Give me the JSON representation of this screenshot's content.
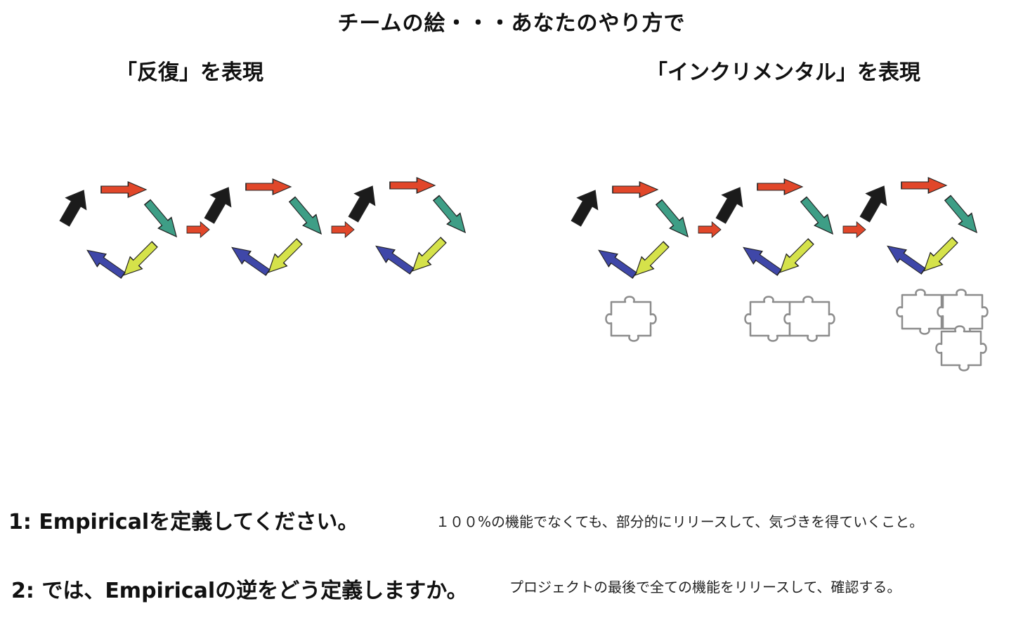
{
  "title": "チームの絵・・・あなたのやり方で",
  "left_section": {
    "subtitle": "「反復」を表現"
  },
  "right_section": {
    "subtitle": "「インクリメンタル」を表現"
  },
  "colors": {
    "red_arrow": "#e1472a",
    "teal_arrow": "#3e9e86",
    "lime_arrow": "#d5e24a",
    "blue_arrow": "#3f47a8",
    "black_arrow": "#1b1b1b",
    "puzzle_outline": "#8c8c8c"
  },
  "icons": [
    "iteration-cycle-icon",
    "puzzle-piece-icon"
  ],
  "questions": [
    {
      "question": "1: Empiricalを定義してください。",
      "answer": "１００%の機能でなくても、部分的にリリースして、気づきを得ていくこと。"
    },
    {
      "question": "2: では、Empiricalの逆をどう定義しますか。",
      "answer": "プロジェクトの最後で全ての機能をリリースして、確認する。"
    }
  ]
}
